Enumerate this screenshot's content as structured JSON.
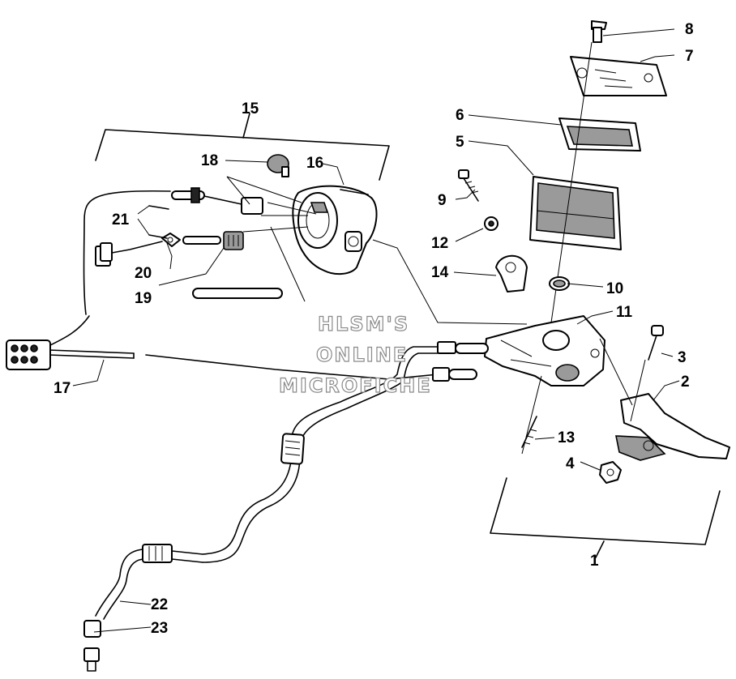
{
  "watermark": {
    "line1": "HLSM'S",
    "line2": "ONLINE",
    "line3": "MICROFICHE"
  },
  "callouts": {
    "c1": "1",
    "c2": "2",
    "c3": "3",
    "c4": "4",
    "c5": "5",
    "c6": "6",
    "c7": "7",
    "c8": "8",
    "c9": "9",
    "c10": "10",
    "c11": "11",
    "c12": "12",
    "c13": "13",
    "c14": "14",
    "c15": "15",
    "c16": "16",
    "c17": "17",
    "c18": "18",
    "c19": "19",
    "c20": "20",
    "c21": "21",
    "c22": "22",
    "c23": "23"
  }
}
